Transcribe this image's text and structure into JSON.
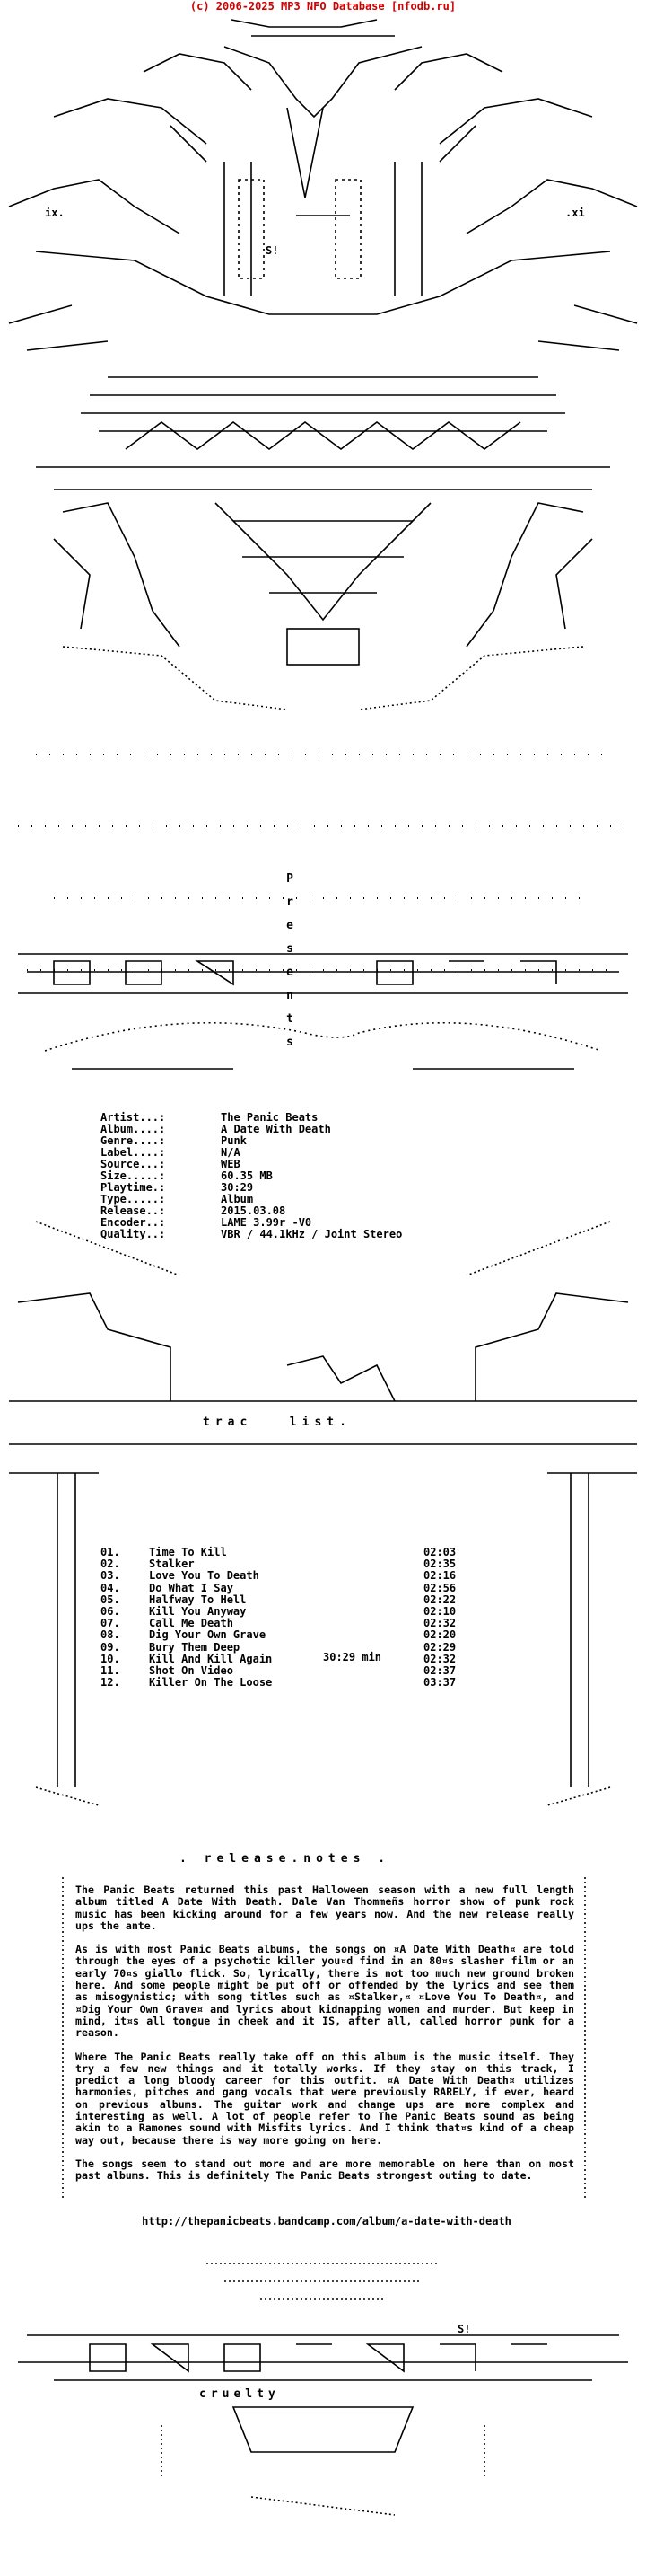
{
  "header": "(c) 2006-2025 MP3 NFO Database [nfodb.ru]",
  "presents_word": "Presents",
  "info": [
    {
      "label": "Artist...:",
      "value": "The Panic Beats"
    },
    {
      "label": "Album....:",
      "value": "A Date With Death"
    },
    {
      "label": "Genre....:",
      "value": "Punk"
    },
    {
      "label": "Label....:",
      "value": "N/A"
    },
    {
      "label": "Source...:",
      "value": "WEB"
    },
    {
      "label": "Size.....:",
      "value": "60.35 MB"
    },
    {
      "label": "Playtime.:",
      "value": "30:29"
    },
    {
      "label": "Type.....:",
      "value": "Album"
    },
    {
      "label": "Release..:",
      "value": "2015.03.08"
    },
    {
      "label": "Encoder..:",
      "value": "LAME 3.99r -V0"
    },
    {
      "label": "Quality..:",
      "value": "VBR / 44.1kHz / Joint Stereo"
    }
  ],
  "tracklist_label": "trac   list.",
  "tracks": [
    {
      "num": "01.",
      "title": "Time To Kill",
      "time": "02:03"
    },
    {
      "num": "02.",
      "title": "Stalker",
      "time": "02:35"
    },
    {
      "num": "03.",
      "title": "Love You To Death",
      "time": "02:16"
    },
    {
      "num": "04.",
      "title": "Do What I Say",
      "time": "02:56"
    },
    {
      "num": "05.",
      "title": "Halfway To Hell",
      "time": "02:22"
    },
    {
      "num": "06.",
      "title": "Kill You Anyway",
      "time": "02:10"
    },
    {
      "num": "07.",
      "title": "Call Me Death",
      "time": "02:32"
    },
    {
      "num": "08.",
      "title": "Dig Your Own Grave",
      "time": "02:20"
    },
    {
      "num": "09.",
      "title": "Bury Them Deep",
      "time": "02:29"
    },
    {
      "num": "10.",
      "title": "Kill And Kill Again",
      "time": "02:32"
    },
    {
      "num": "11.",
      "title": "Shot On Video",
      "time": "02:37"
    },
    {
      "num": "12.",
      "title": "Killer On The Loose",
      "time": "03:37"
    }
  ],
  "total_time": "30:29 min",
  "notes_heading": ". release.notes .",
  "notes": [
    "The Panic Beats returned this past Halloween season with a new full length album titled A Date With Death. Dale Van Thommeñs horror show of punk rock music has been kicking around for a few years now. And the new release really ups the ante.",
    "As is with most Panic Beats albums, the songs on ¤A Date With Death¤ are told through the eyes of a psychotic killer you¤d find in an 80¤s slasher film or an early 70¤s giallo flick. So, lyrically, there is not too much new ground broken here. And some people might be put off or offended by the lyrics and see them as misogynistic; with song titles such as ¤Stalker,¤ ¤Love You To Death¤, and ¤Dig Your Own Grave¤ and lyrics about kidnapping women and murder. But keep in mind, it¤s all tongue in cheek and it IS, after all, called horror punk for a reason.",
    "Where The Panic Beats really take off on this album is the music itself. They try a few new things and it totally works. If they stay on this track, I predict a long bloody career for this outfit. ¤A Date With Death¤ utilizes harmonies, pitches and gang vocals that were previously RARELY, if ever, heard on previous albums. The guitar work and change ups are more complex and interesting as well. A lot of people refer to The Panic Beats sound as being akin to a Ramones sound with Misfits lyrics. And I think that¤s kind of a cheap way out, because there is way more going on here.",
    "The songs seem to stand out more and are more memorable on here than on most past albums. This is definitely The Panic Beats strongest outing to date."
  ],
  "url": "http://thepanicbeats.bandcamp.com/album/a-date-with-death",
  "footer_word": "cruelty",
  "tags": {
    "ix": "ix.",
    "xi": ".xi",
    "sl": "S!"
  }
}
